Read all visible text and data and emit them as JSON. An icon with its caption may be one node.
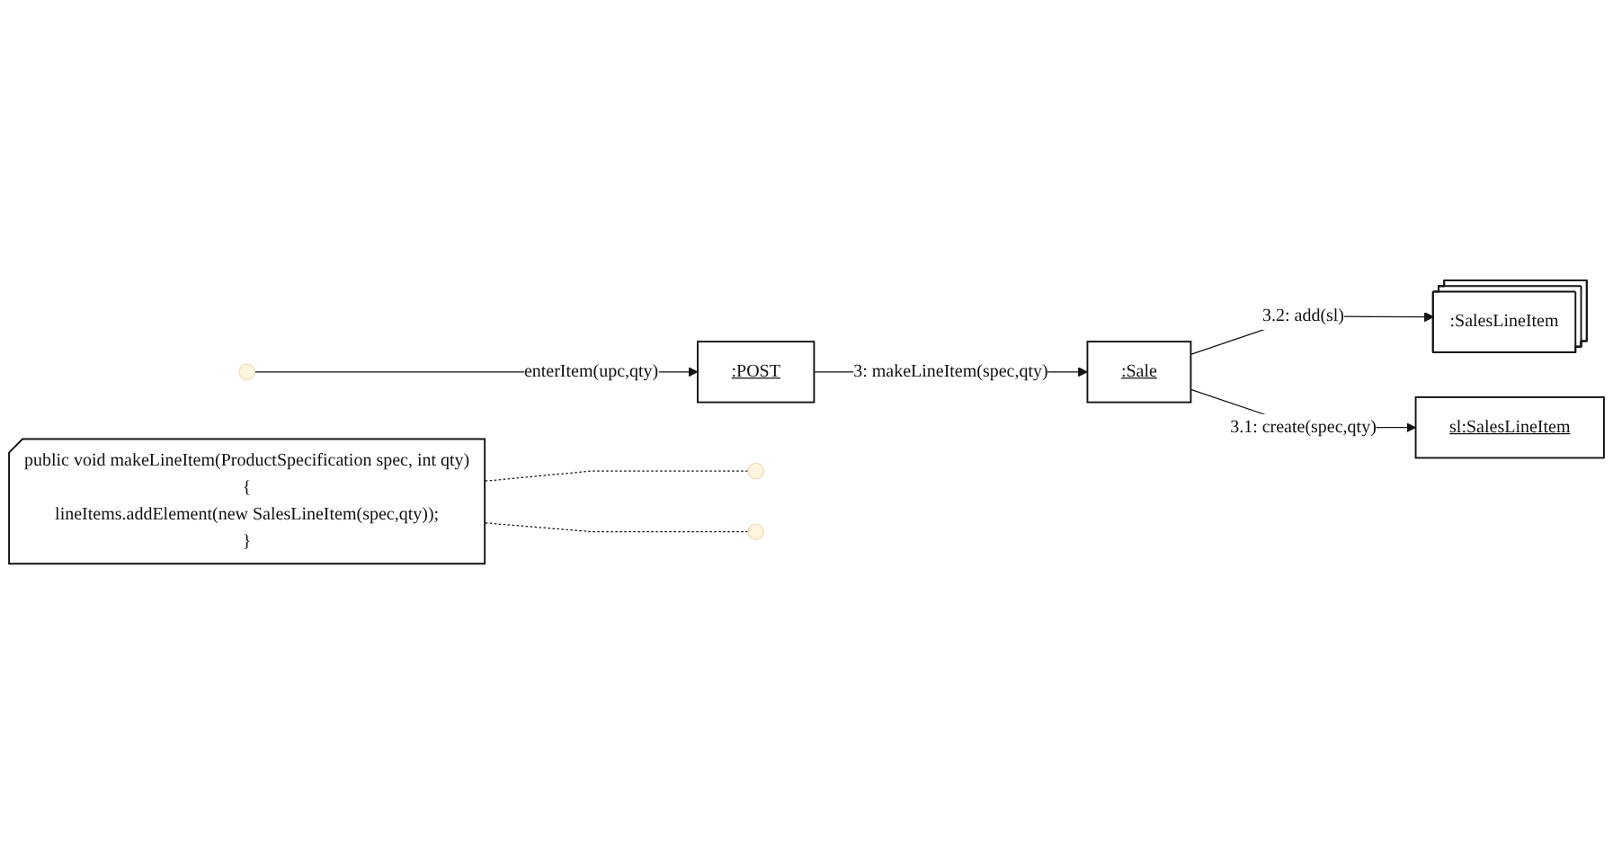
{
  "diagram": {
    "nodes": [
      {
        "text": [
          "public void makeLineItem(ProductSpecification spec, int qty)",
          "{",
          "lineItems.addElement(new SalesLineItem(spec,qty));",
          "}"
        ]
      },
      {
        "text": [
          ":POST"
        ]
      },
      {
        "text": [
          ":Sale"
        ]
      },
      {
        "text": [
          ":SalesLineItem"
        ]
      },
      {
        "text": [
          "sl:SalesLineItem"
        ]
      }
    ],
    "edges": [
      {
        "from": null,
        "to": 1,
        "arrow": "to",
        "label": "enterItem(upc,qty)"
      },
      {
        "from": 1,
        "to": 2,
        "arrow": "to",
        "label": "3: makeLineItem(spec,qty)"
      },
      {
        "from": 2,
        "to": 3,
        "arrow": "to",
        "label": "3.2: add(sl)"
      },
      {
        "from": 2,
        "to": 4,
        "arrow": "to",
        "label": "3.1: create(spec,qty)"
      },
      {
        "from": 0,
        "to": null,
        "arrow": "none",
        "style": "dashed"
      },
      {
        "from": 0,
        "to": null,
        "arrow": "none",
        "style": "dashed"
      }
    ]
  }
}
